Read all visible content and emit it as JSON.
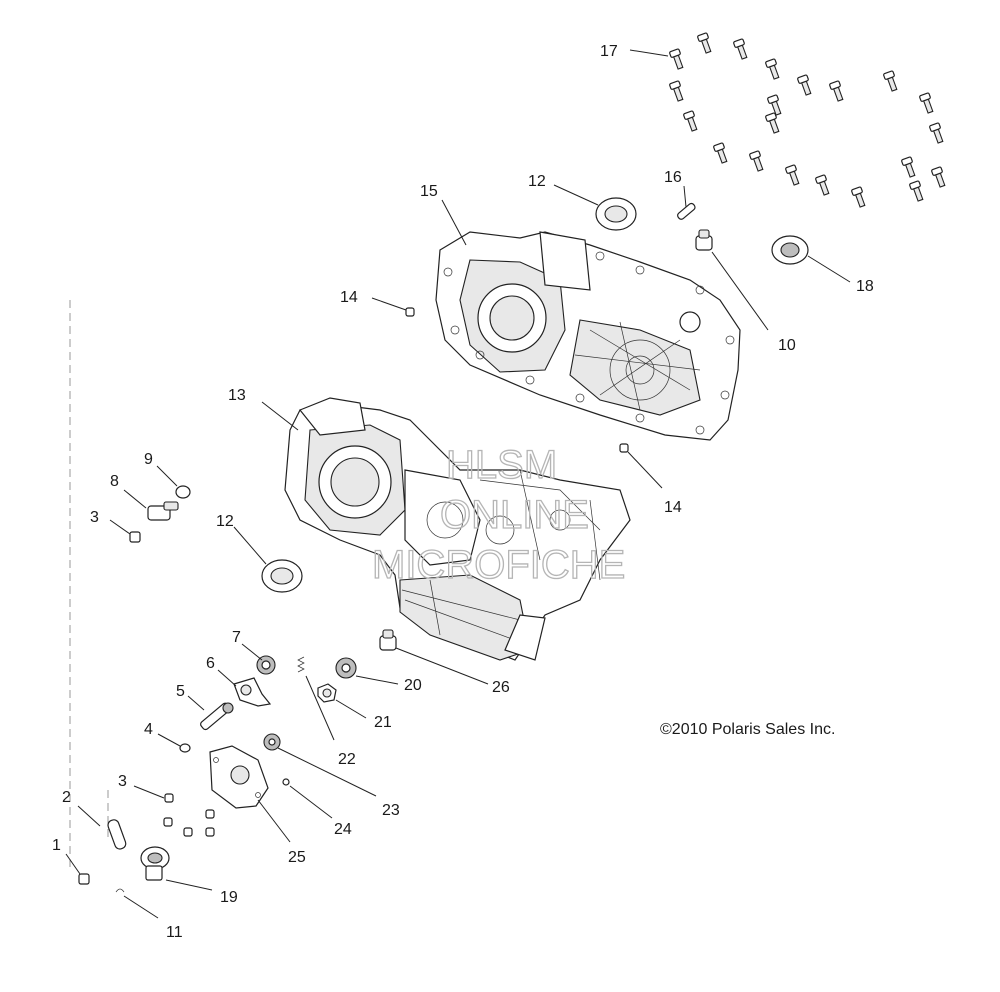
{
  "callouts": {
    "c1": "1",
    "c2": "2",
    "c3a": "3",
    "c3b": "3",
    "c4": "4",
    "c5": "5",
    "c6": "6",
    "c7": "7",
    "c8": "8",
    "c9": "9",
    "c10": "10",
    "c11": "11",
    "c12a": "12",
    "c12b": "12",
    "c13": "13",
    "c14a": "14",
    "c14b": "14",
    "c15": "15",
    "c16": "16",
    "c17": "17",
    "c18": "18",
    "c19": "19",
    "c20": "20",
    "c21": "21",
    "c22": "22",
    "c23": "23",
    "c24": "24",
    "c25": "25",
    "c26": "26"
  },
  "copyright": "©2010 Polaris Sales Inc.",
  "watermark": {
    "line1": "HLSM",
    "line2": "ONLINE",
    "line3": "MICROFICHE"
  }
}
